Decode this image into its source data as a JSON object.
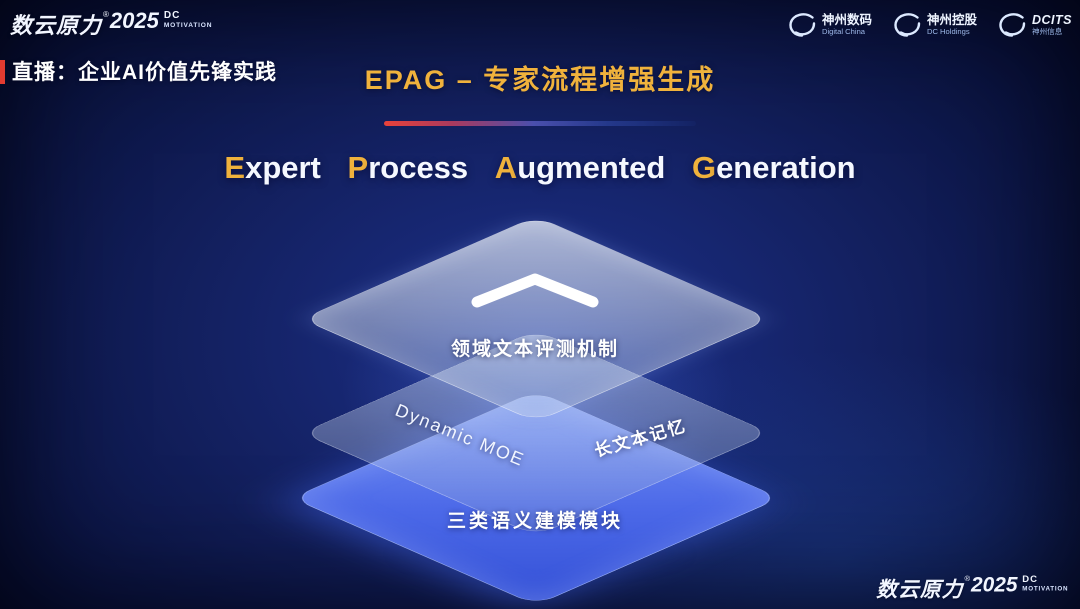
{
  "colors": {
    "gold": "#f0b23c",
    "red": "#e23b30",
    "layer_blue": "#4a67e6",
    "bg_center": "#1c308c",
    "bg_edge": "#04071f"
  },
  "brand": {
    "name": "数云原力",
    "reg": "®",
    "year": "2025",
    "dc": "DC",
    "motivation": "MOTIVATION"
  },
  "header": {
    "live_label": "直播：企业AI价值先锋实践",
    "title_cn": "EPAG – 专家流程增强生成",
    "partner_logos": [
      {
        "name": "神州数码",
        "sub": "Digital China"
      },
      {
        "name": "神州控股",
        "sub": "DC Holdings"
      },
      {
        "name": "DCITS",
        "sub": "神州信息"
      }
    ]
  },
  "title_en": {
    "w1_cap": "E",
    "w1_rest": "xpert",
    "w2_cap": "P",
    "w2_rest": "rocess",
    "w3_cap": "A",
    "w3_rest": "ugmented",
    "w4_cap": "G",
    "w4_rest": "eneration"
  },
  "diagram": {
    "layer_top": {
      "label": "领域文本评测机制",
      "icon": "chevron-up"
    },
    "layer_middle": {
      "left_label": "Dynamic MOE",
      "right_label": "长文本记忆"
    },
    "layer_bottom": {
      "label": "三类语义建模模块"
    }
  }
}
